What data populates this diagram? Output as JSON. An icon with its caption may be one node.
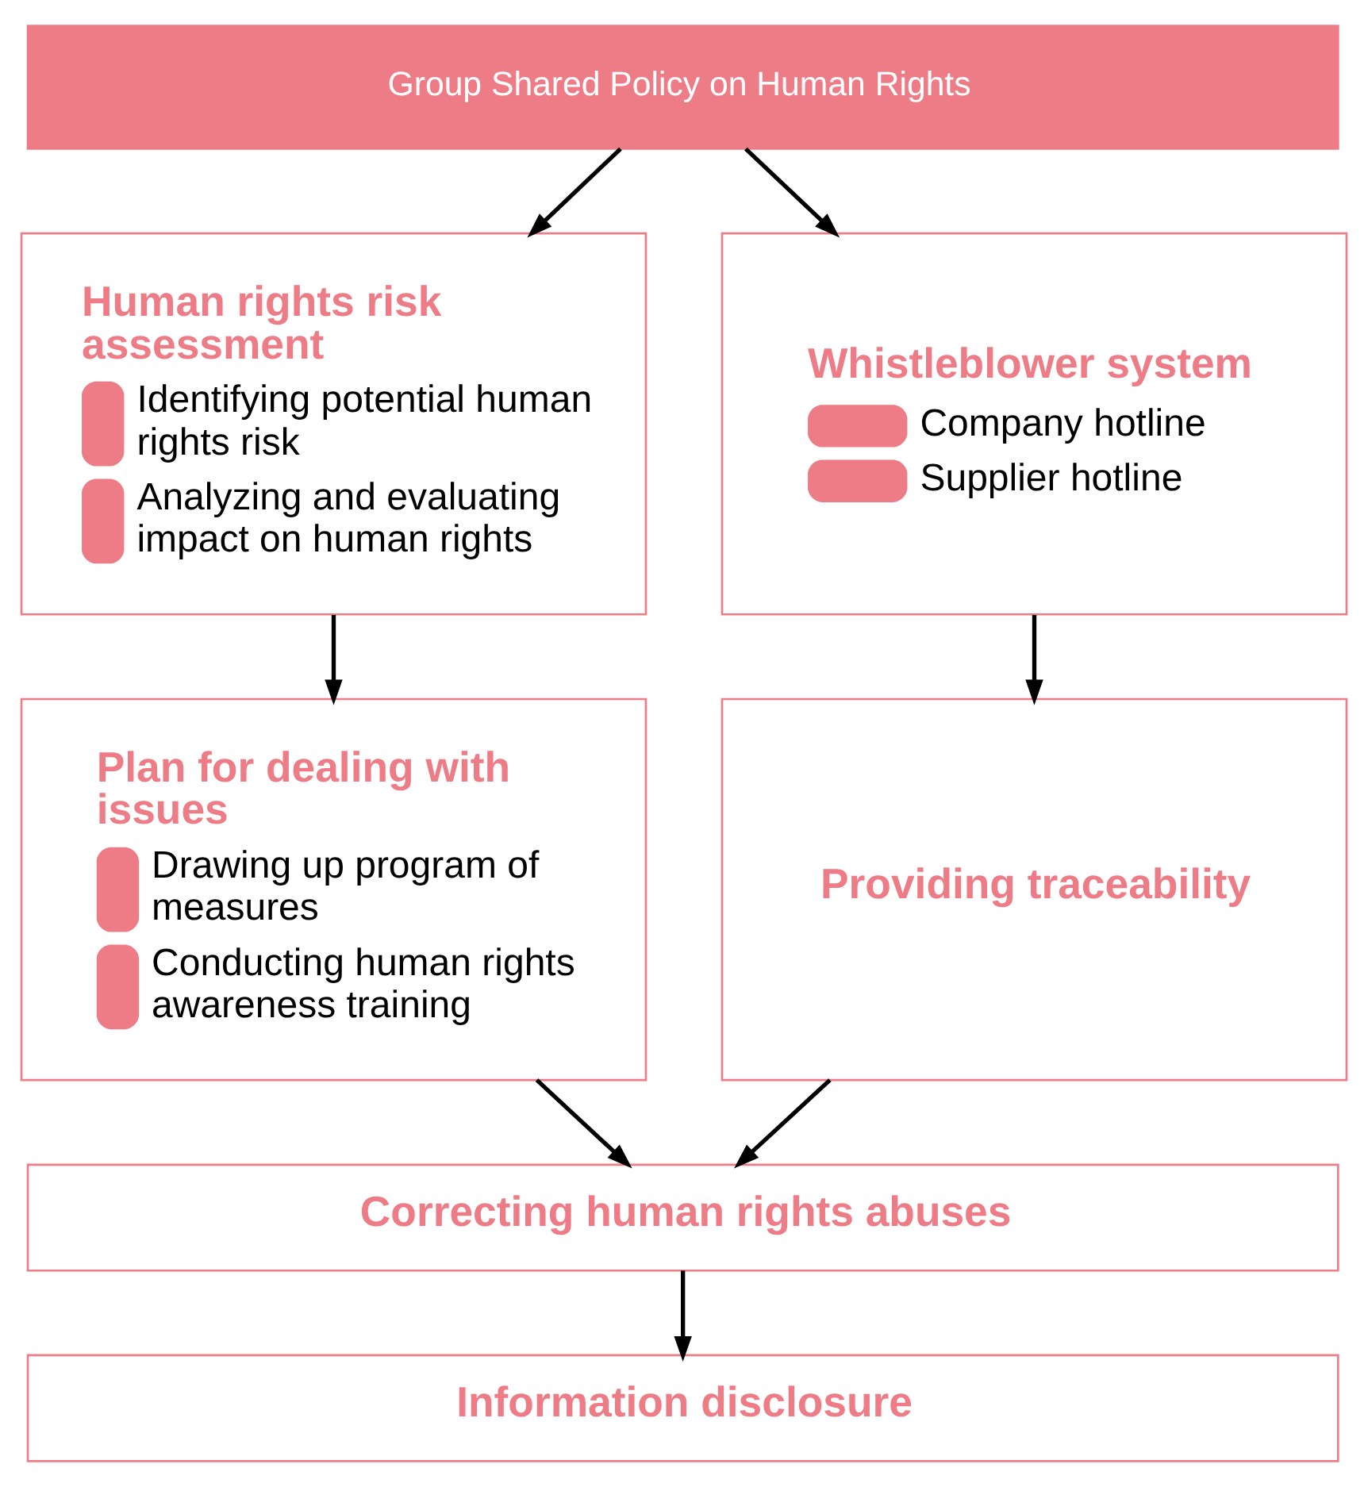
{
  "diagram": {
    "nodes": [
      {
        "text": [
          "Group Shared Policy on Human Rights"
        ]
      },
      {
        "text": [
          "Human rights risk assessment",
          "Identifying potential human rights risk",
          "Analyzing and evaluating impact on human rights"
        ]
      },
      {
        "text": [
          "Whistleblower system",
          "Company hotline",
          "Supplier hotline"
        ]
      },
      {
        "text": [
          "Plan for dealing with issues",
          "Drawing up program of measures",
          "Conducting human rights awareness training"
        ]
      },
      {
        "text": [
          "Providing traceability"
        ]
      },
      {
        "text": [
          "Correcting human rights abuses"
        ]
      },
      {
        "text": [
          "Information disclosure"
        ]
      }
    ],
    "edges": [
      {
        "from": 0,
        "to": 1,
        "arrow": "to"
      },
      {
        "from": 0,
        "to": 2,
        "arrow": "to"
      },
      {
        "from": 1,
        "to": 3,
        "arrow": "to"
      },
      {
        "from": 2,
        "to": 4,
        "arrow": "to"
      },
      {
        "from": 3,
        "to": 5,
        "arrow": "to"
      },
      {
        "from": 4,
        "to": 5,
        "arrow": "to"
      },
      {
        "from": 5,
        "to": 6,
        "arrow": "to"
      }
    ]
  }
}
